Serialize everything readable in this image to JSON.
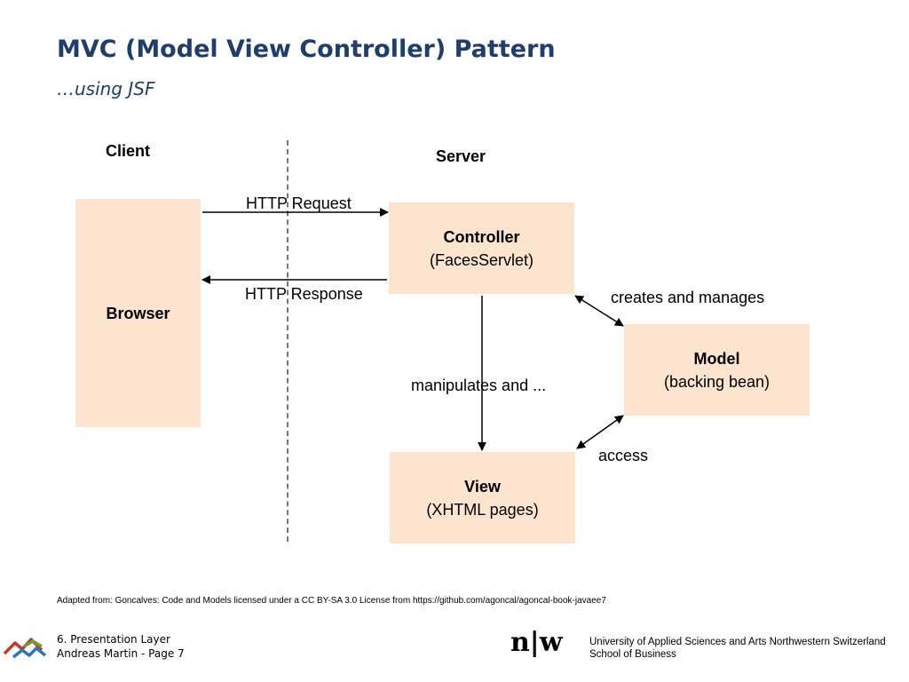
{
  "title": "MVC (Model View Controller) Pattern",
  "subtitle": "…using JSF",
  "diagram": {
    "client_label": "Client",
    "server_label": "Server",
    "browser": {
      "label": "Browser"
    },
    "controller": {
      "title": "Controller",
      "detail": "(FacesServlet)"
    },
    "model": {
      "title": "Model",
      "detail": "(backing bean)"
    },
    "view": {
      "title": "View",
      "detail": "(XHTML pages)"
    },
    "http_request": "HTTP Request",
    "http_response": "HTTP Response",
    "creates_manages": "creates and manages",
    "manipulates": "manipulates and ...",
    "access": "access",
    "box_color": "#FCE4CF"
  },
  "credit": "Adapted from: Goncalves: Code and Models licensed under a CC BY-SA 3.0 License from https://github.com/agoncal/agoncal-book-javaee7",
  "footer": {
    "section": "6. Presentation Layer",
    "author_page": "Andreas Martin - Page 7",
    "logo_mark": "n|w",
    "university": "University of Applied Sciences and Arts Northwestern Switzerland",
    "school": "School of Business"
  },
  "colors": {
    "title": "#1F3E6E"
  }
}
